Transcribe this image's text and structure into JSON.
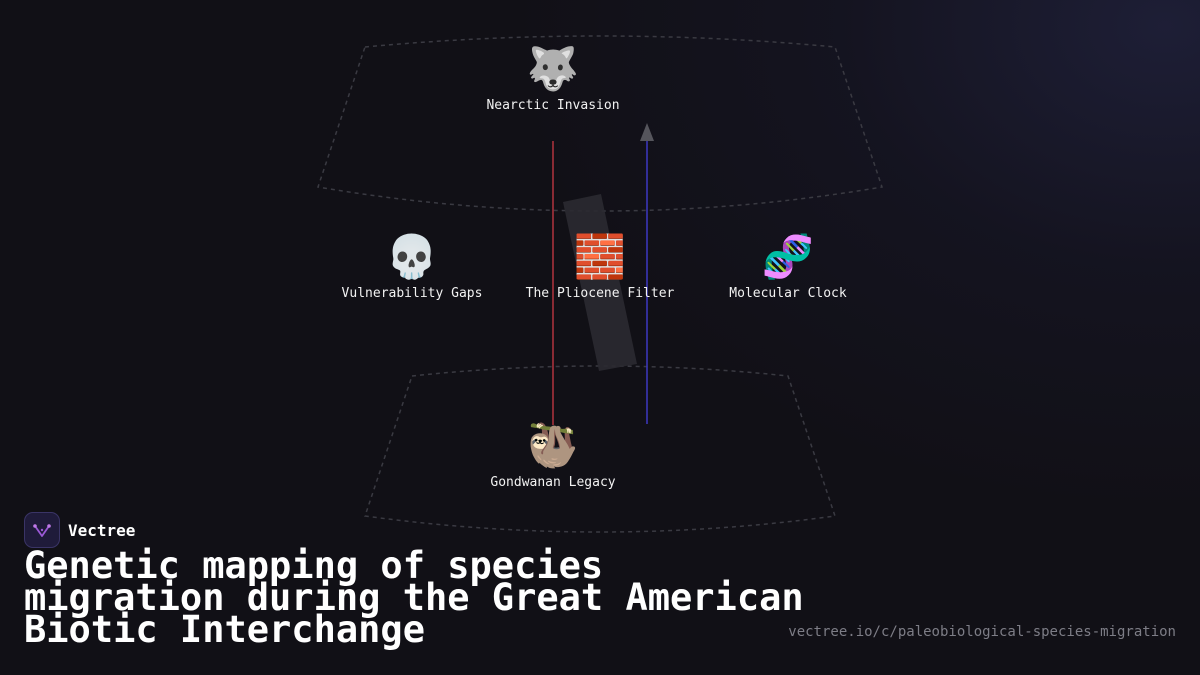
{
  "diagram": {
    "nodes": [
      {
        "id": "nearctic",
        "emoji": "🐺",
        "icon": "wolf-icon",
        "label": "Nearctic Invasion"
      },
      {
        "id": "vulnerability",
        "emoji": "💀",
        "icon": "skull-icon",
        "label": "Vulnerability Gaps"
      },
      {
        "id": "pliocene",
        "emoji": "🧱",
        "icon": "brick-wall-icon",
        "label": "The Pliocene Filter"
      },
      {
        "id": "molecular",
        "emoji": "🧬",
        "icon": "dna-icon",
        "label": "Molecular Clock"
      },
      {
        "id": "gondwanan",
        "emoji": "🦥",
        "icon": "sloth-icon",
        "label": "Gondwanan Legacy"
      }
    ],
    "colors": {
      "southbound_line": "#a8323c",
      "northbound_line": "#3b36b8",
      "region_outline": "#3a3a42",
      "arrowhead": "#55555c"
    }
  },
  "brand": {
    "name": "Vectree",
    "logo_icon": "vectree-logo-icon",
    "accent": "#9b59d6"
  },
  "title": "Genetic mapping of species migration during the Great American Biotic Interchange",
  "url": "vectree.io/c/paleobiological-species-migration"
}
